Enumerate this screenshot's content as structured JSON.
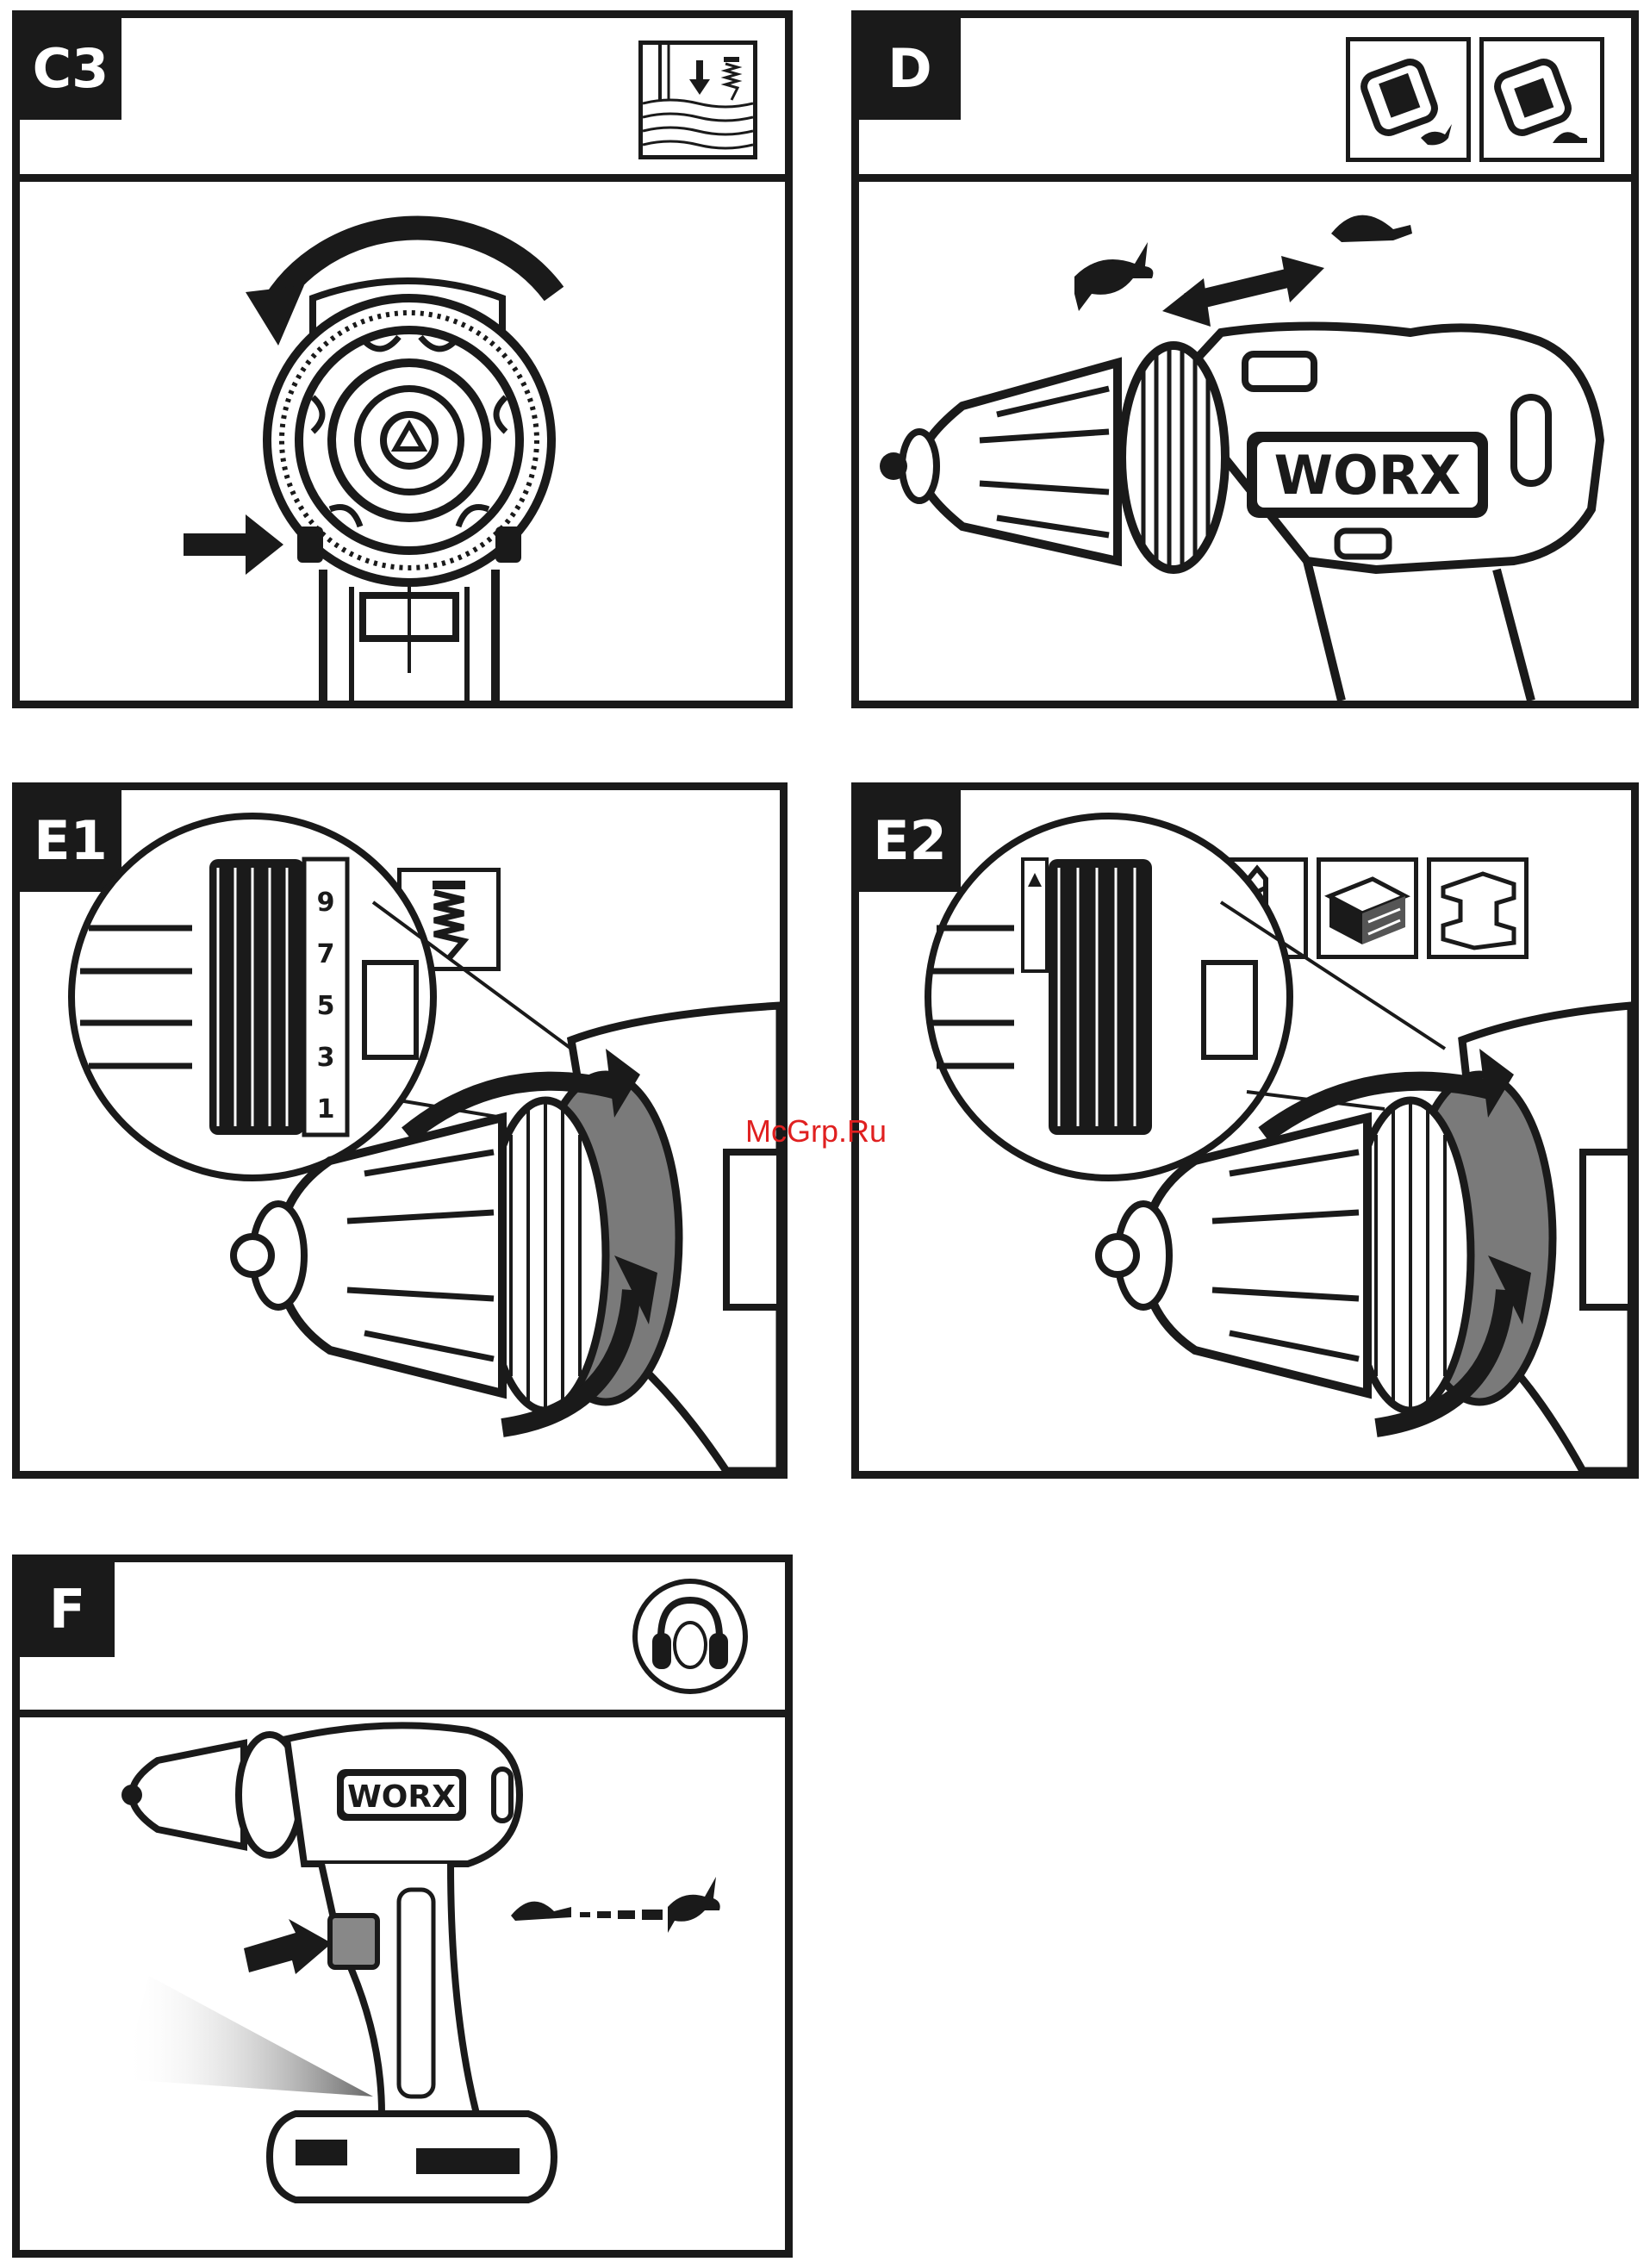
{
  "panels": {
    "c3": {
      "label": "C3"
    },
    "d": {
      "label": "D",
      "logo": "WORX"
    },
    "e1": {
      "label": "E1",
      "dial_numbers": [
        "1",
        "3",
        "5",
        "7",
        "9"
      ]
    },
    "e2": {
      "label": "E2"
    },
    "f": {
      "label": "F",
      "logo": "WORX"
    }
  },
  "icons": {
    "c3": [
      "screw-into-wood-icon"
    ],
    "d": [
      "gear-high-speed-rabbit-icon",
      "gear-low-speed-turtle-icon"
    ],
    "e1": [
      "screw-icon"
    ],
    "e2": [
      "drill-bit-icon",
      "wood-icon",
      "metal-icon"
    ],
    "f": [
      "ear-protection-icon"
    ]
  },
  "watermark": "McGrp.Ru",
  "colors": {
    "ink": "#1a1a1a",
    "paper": "#ffffff",
    "watermark": "#e02020"
  }
}
